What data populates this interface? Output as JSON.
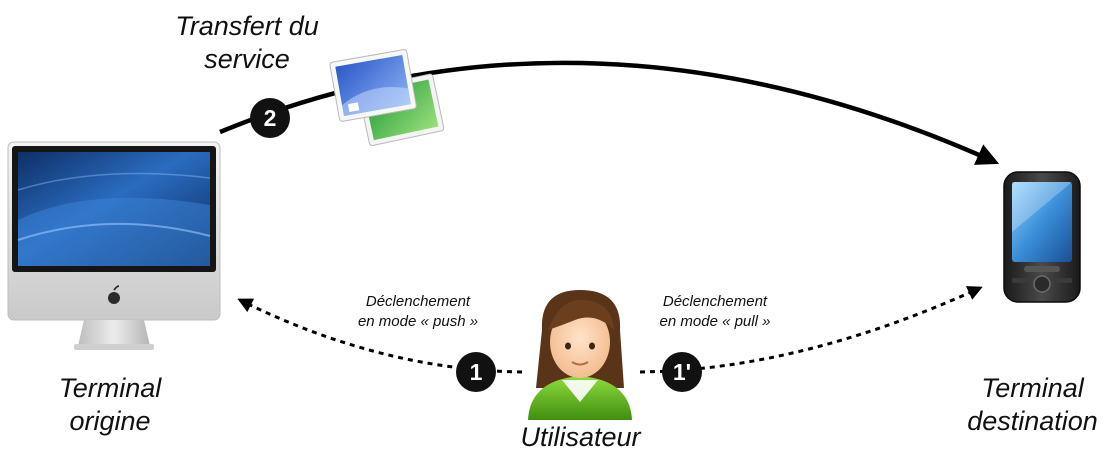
{
  "labels": {
    "transfer": [
      "Transfert du",
      "service"
    ],
    "origin": [
      "Terminal",
      "origine"
    ],
    "destination": [
      "Terminal",
      "destination"
    ],
    "user": "Utilisateur",
    "push": [
      "Déclenchement",
      "en mode « push »"
    ],
    "pull": [
      "Déclenchement",
      "en mode « pull »"
    ]
  },
  "steps": {
    "transfer": "2",
    "push": "1",
    "pull": "1'"
  },
  "colors": {
    "arrow": "#000000",
    "badge": "#111111",
    "badge_text": "#ffffff",
    "screen_blue": "#1f5fa8",
    "user_shirt": "#6cc02a",
    "user_hair": "#5a3418"
  },
  "icons": {
    "origin": "imac-computer-icon",
    "destination": "smartphone-icon",
    "service": "window-stack-icon",
    "user": "user-avatar-icon"
  }
}
